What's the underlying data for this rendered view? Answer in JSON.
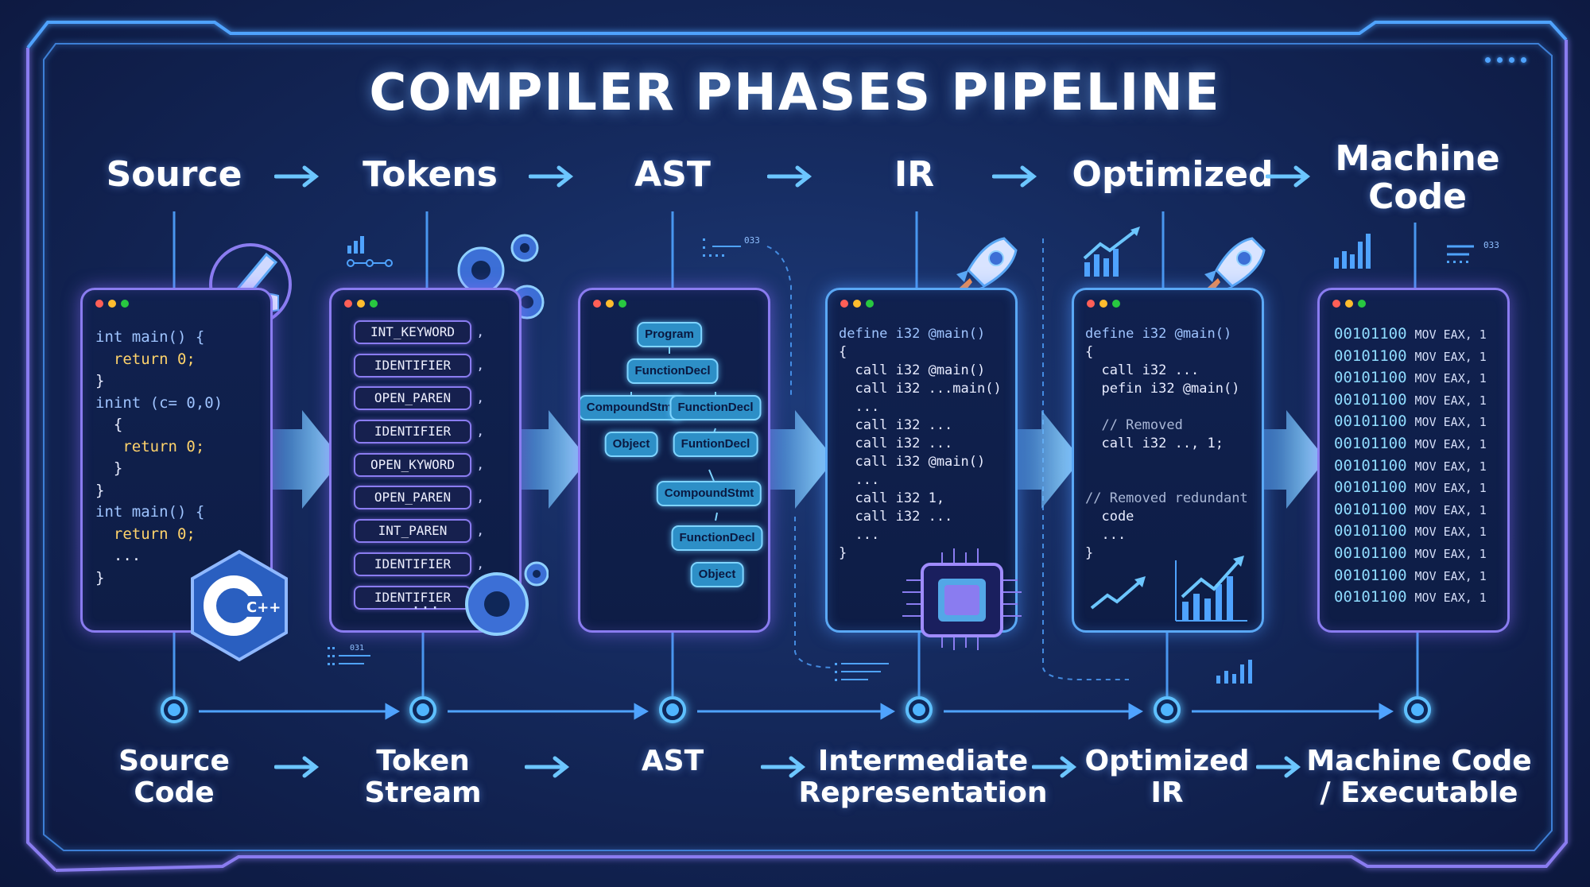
{
  "title": "COMPILER PHASES PIPELINE",
  "colors": {
    "accent_blue": "#5ec0ff",
    "accent_purple": "#8a7cf0",
    "background": "#152a5e",
    "dot_red": "#ff5f57",
    "dot_yellow": "#ffbd2e",
    "dot_green": "#28c840"
  },
  "top_stages": [
    "Source",
    "Tokens",
    "AST",
    "IR",
    "Optimized",
    "Machine\nCode"
  ],
  "bottom_stages": [
    "Source\nCode",
    "Token\nStream",
    "AST",
    "Intermediate\nRepresentation",
    "Optimized\nIR",
    "Machine Code\n/ Executable"
  ],
  "panels": {
    "source": {
      "lines": [
        "int main() {",
        "  return 0;",
        "}",
        "inint (c= 0,0)",
        "  {",
        "   return 0;",
        "  }",
        "}",
        "int main() {",
        "  return 0;",
        "  ...",
        "}"
      ],
      "badge": "C++"
    },
    "tokens": {
      "items": [
        "INT_KEYWORD",
        "IDENTIFIER",
        "OPEN_PAREN",
        "IDENTIFIER",
        "OPEN_KYWORD",
        "OPEN_PAREN",
        "INT_PAREN",
        "IDENTIFIER",
        "IDENTIFIER"
      ],
      "ellipsis": "..."
    },
    "ast": {
      "nodes": [
        "Program",
        "FunctionDecl",
        "CompoundStmt",
        "FunctionDecl",
        "Object",
        "FuntionDecl",
        "CompoundStmt",
        "FunctionDecl",
        "Object"
      ]
    },
    "ir": {
      "lines": [
        "define i32 @main()",
        "{",
        "  call i32 @main()",
        "  call i32 ...main()",
        "  ...",
        "  call i32 ...",
        "  call i32 ...",
        "  call i32 @main()",
        "  ...",
        "  call i32 1,",
        "  call i32 ...",
        "  ...",
        "}"
      ]
    },
    "optimized": {
      "lines": [
        "define i32 @main()",
        "{",
        "  call i32 ...",
        "  pefin i32 @main()",
        "",
        "  // Removed",
        "  call i32 .., 1;",
        "",
        "",
        "// Removed redundant",
        "  code",
        "  ...",
        "}"
      ]
    },
    "machine": {
      "binary": "00101100",
      "instruction": "MOV EAX, 1",
      "rows": 13
    }
  },
  "decor": {
    "small_code_label": "033",
    "small_code_label_2": "031"
  }
}
